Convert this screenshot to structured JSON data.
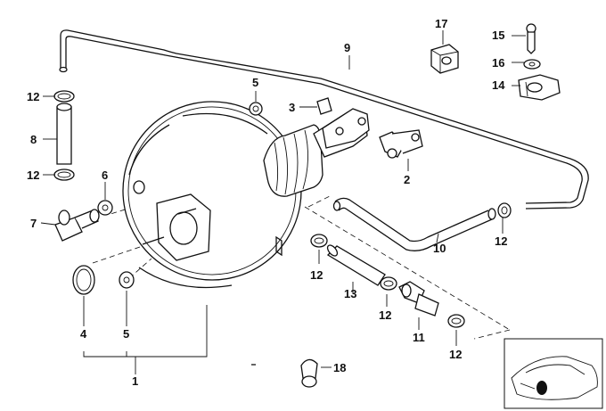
{
  "diagram": {
    "callouts": [
      {
        "id": "c1",
        "label": "1"
      },
      {
        "id": "c2",
        "label": "2"
      },
      {
        "id": "c3",
        "label": "3"
      },
      {
        "id": "c4",
        "label": "4"
      },
      {
        "id": "c5a",
        "label": "5"
      },
      {
        "id": "c5b",
        "label": "5"
      },
      {
        "id": "c6",
        "label": "6"
      },
      {
        "id": "c7",
        "label": "7"
      },
      {
        "id": "c8",
        "label": "8"
      },
      {
        "id": "c9",
        "label": "9"
      },
      {
        "id": "c10",
        "label": "10"
      },
      {
        "id": "c11",
        "label": "11"
      },
      {
        "id": "c12a",
        "label": "12"
      },
      {
        "id": "c12b",
        "label": "12"
      },
      {
        "id": "c12c",
        "label": "12"
      },
      {
        "id": "c12d",
        "label": "12"
      },
      {
        "id": "c12e",
        "label": "12"
      },
      {
        "id": "c12f",
        "label": "12"
      },
      {
        "id": "c13",
        "label": "13"
      },
      {
        "id": "c14",
        "label": "14"
      },
      {
        "id": "c15",
        "label": "15"
      },
      {
        "id": "c16",
        "label": "16"
      },
      {
        "id": "c17",
        "label": "17"
      },
      {
        "id": "c18",
        "label": "18"
      }
    ]
  }
}
